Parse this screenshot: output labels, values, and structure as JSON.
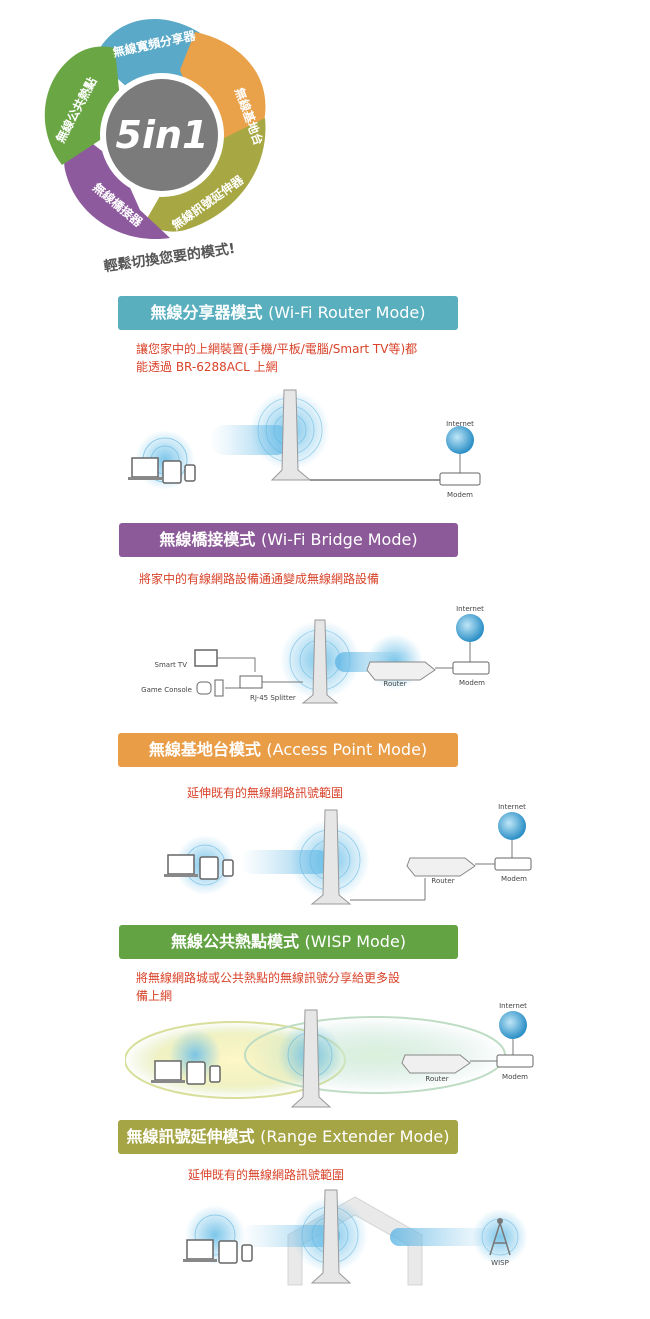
{
  "hero": {
    "center_label": "5in1",
    "petals": [
      "無線寬頻分享器",
      "無線基地台",
      "無線訊號延伸器",
      "無線橋接器",
      "無線公共熱點"
    ],
    "tagline": "輕鬆切換您要的模式!",
    "colors": {
      "blue": "#5aa9c8",
      "orange": "#e9a24a",
      "olive": "#a7a844",
      "purple": "#8e5a9e",
      "green": "#6aa744",
      "center": "#7b7b7b"
    }
  },
  "modes": [
    {
      "title_zh": "無線分享器模式",
      "title_en": "(Wi-Fi Router Mode)",
      "color": "#5aafbf",
      "desc": [
        "讓您家中的上網裝置(手機/平板/電腦/Smart TV等)都",
        "能透過 BR-6288ACL 上網"
      ]
    },
    {
      "title_zh": "無線橋接模式",
      "title_en": "(Wi-Fi Bridge Mode)",
      "color": "#8c5a98",
      "desc": [
        "將家中的有線網路設備通通變成無線網路設備"
      ]
    },
    {
      "title_zh": "無線基地台模式",
      "title_en": "(Access Point Mode)",
      "color": "#e99d47",
      "desc": [
        "延伸既有的無線網路訊號範圍"
      ]
    },
    {
      "title_zh": "無線公共熱點模式",
      "title_en": "(WISP Mode)",
      "color": "#63a344",
      "desc": [
        "將無線網路城或公共熱點的無線訊號分享給更多設",
        "備上網"
      ]
    },
    {
      "title_zh": "無線訊號延伸模式",
      "title_en": "(Range Extender Mode)",
      "color": "#a6a545",
      "desc": [
        "延伸既有的無線網路訊號範圍"
      ]
    }
  ],
  "diagram_labels": {
    "internet": "Internet",
    "modem": "Modem",
    "router": "Router",
    "smart_tv": "Smart TV",
    "game_console": "Game Console",
    "splitter": "RJ-45 Splitter",
    "wisp": "WISP"
  }
}
